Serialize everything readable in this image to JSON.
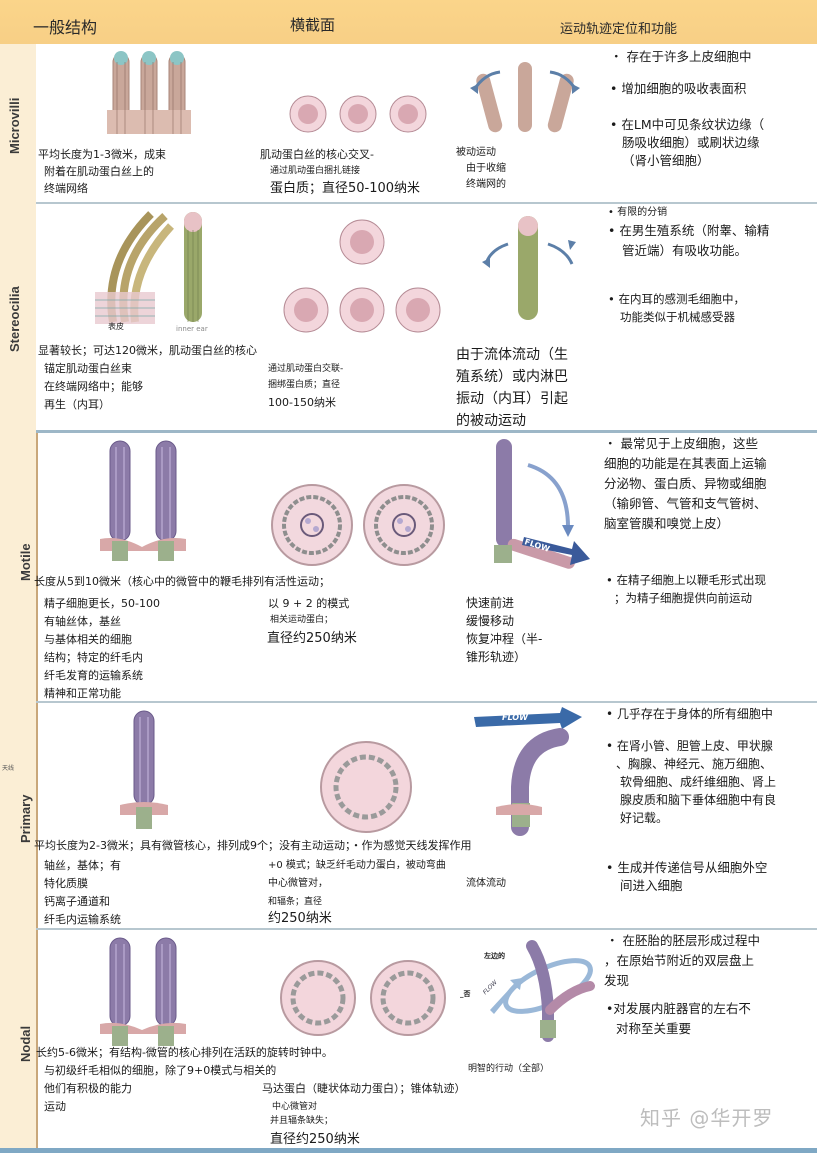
{
  "header": {
    "col1": "一般结构",
    "col2": "横截面",
    "col3": "运动轨迹定位和功能"
  },
  "sections": {
    "microvilli": {
      "label": "Microvilli",
      "structure": [
        "平均长度为1-3微米，成束",
        "附着在肌动蛋白丝上的",
        "终端网络"
      ],
      "cross_section": [
        "肌动蛋白丝的核心交叉-",
        "通过肌动蛋白捆扎链接",
        "蛋白质；直径50-100纳米"
      ],
      "motility": [
        "被动运动",
        "由于收缩",
        "终端网的"
      ],
      "functions": [
        "存在于许多上皮细胞中",
        "增加细胞的吸收表面积",
        "在LM中可见条纹状边缘（肠吸收细胞）或刷状边缘（肾小管细胞）"
      ],
      "function_lines": [
        "在LM中可见条纹状边缘（",
        "肠吸收细胞）或刷状边缘",
        "（肾小管细胞）"
      ]
    },
    "stereocilia": {
      "label": "Stereocilia",
      "img_labels": [
        "表皮",
        "inner ear"
      ],
      "structure": [
        "显著较长；可达120微米，肌动蛋白丝的核心",
        "锚定肌动蛋白丝束",
        "在终端网络中；能够",
        "再生（内耳）"
      ],
      "cross_section": [
        "通过肌动蛋白交联-",
        "捆绑蛋白质；直径",
        "100-150纳米"
      ],
      "motility": [
        "由于流体流动（生",
        "殖系统）或内淋巴",
        "振动（内耳）引起",
        "的被动运动"
      ],
      "functions": [
        "有限的分销",
        "在男生殖系统（附睾、输精",
        "管近端）有吸收功能。",
        "在内耳的感测毛细胞中，",
        "功能类似于机械感受器"
      ]
    },
    "motile": {
      "label": "Motile",
      "structure": [
        "长度从5到10微米（核心中的微管中的鞭毛排列有活性运动；",
        "精子细胞更长，50-100",
        "有轴丝体，基丝",
        "与基体相关的细胞",
        "结构；特定的纤毛内",
        "纤毛发育的运输系统",
        "精神和正常功能"
      ],
      "cross_section": [
        "以 9 + 2 的模式",
        "相关运动蛋白；",
        "直径约250纳米"
      ],
      "motility": [
        "快速前进",
        "缓慢移动",
        "恢复冲程（半-",
        "锥形轨迹）"
      ],
      "flow_label": "FLOW",
      "functions": [
        "最常见于上皮细胞，这些",
        "细胞的功能是在其表面上运输",
        "分泌物、蛋白质、异物或细胞",
        "（输卵管、气管和支气管树、",
        "脑室管膜和嗅觉上皮）",
        "在精子细胞上以鞭毛形式出现",
        "；为精子细胞提供向前运动"
      ]
    },
    "primary": {
      "label": "Primary",
      "side_note": "天线",
      "structure": [
        "平均长度为2-3微米；具有微管核心，排列成9个；没有主动运动；・作为感觉天线发挥作用",
        "轴丝，基体；有",
        "特化质膜",
        "钙离子通道和",
        "纤毛内运输系统"
      ],
      "cross_section": [
        "+0 模式；缺乏纤毛动力蛋白，被动弯曲",
        "中心微管对，",
        "和辐条；直径",
        "约250纳米"
      ],
      "motility": [
        "流体流动"
      ],
      "flow_label": "FLOW",
      "functions": [
        "几乎存在于身体的所有细胞中",
        "在肾小管、胆管上皮、甲状腺",
        "、胸腺、神经元、施万细胞、",
        "软骨细胞、成纤维细胞、肾上",
        "腺皮质和脑下垂体细胞中有良",
        "好记载。",
        "生成并传递信号从细胞外空",
        "间进入细胞"
      ]
    },
    "nodal": {
      "label": "Nodal",
      "img_labels": [
        "左边的",
        "_否",
        "FLOW"
      ],
      "structure": [
        "长约5-6微米；有结构-微管的核心排列在活跃的旋转时钟中。",
        "与初级纤毛相似的细胞，除了9+0模式与相关的",
        "他们有积极的能力",
        "运动"
      ],
      "cross_section": [
        "马达蛋白（睫状体动力蛋白）；锥体轨迹）",
        "中心微管对",
        "并且辐条缺失；",
        "直径约250纳米"
      ],
      "motility": [
        "明智的行动（全部）"
      ],
      "functions": [
        "在胚胎的胚层形成过程中",
        "，在原始节附近的双层盘上",
        "发现",
        "对发展内脏器官的左右不",
        "对称至关重要"
      ]
    }
  },
  "watermark": "知乎 @华开罗",
  "colors": {
    "header": "#f7cf86",
    "sidebar": "#fbeed5",
    "divider": "#b7c7cf",
    "microvilli_body": "#c9a79a",
    "cilia_body": "#8c7ba8",
    "cross_section_fill": "#f3d6dc"
  }
}
